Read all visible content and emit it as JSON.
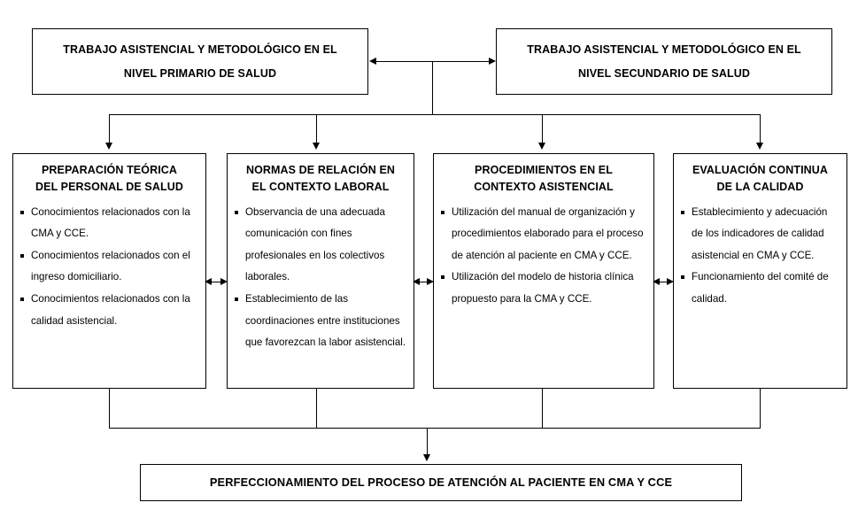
{
  "diagram": {
    "top_row": [
      {
        "id": "primary-level",
        "line1": "TRABAJO ASISTENCIAL Y METODOLÓGICO EN EL",
        "line2": "NIVEL PRIMARIO DE SALUD"
      },
      {
        "id": "secondary-level",
        "line1": "TRABAJO ASISTENCIAL Y METODOLÓGICO EN EL",
        "line2": "NIVEL SECUNDARIO DE SALUD"
      }
    ],
    "columns": [
      {
        "id": "preparacion-teorica",
        "title_line1": "PREPARACIÓN TEÓRICA",
        "title_line2": "DEL PERSONAL DE SALUD",
        "bullets": [
          "Conocimientos relacionados  con la CMA y CCE.",
          "Conocimientos relacionados  con el ingreso domiciliario.",
          "Conocimientos relacionados  con la calidad asistencial."
        ]
      },
      {
        "id": "normas-de-relacion",
        "title_line1": "NORMAS DE RELACIÓN EN",
        "title_line2": "EL CONTEXTO LABORAL",
        "bullets": [
          "Observancia   de una adecuada comunicación con fines profesionales  en los colectivos laborales.",
          "Establecimiento de las coordinaciones  entre instituciones que favorezcan la labor asistencial."
        ]
      },
      {
        "id": "procedimientos",
        "title_line1": "PROCEDIMIENTOS EN EL",
        "title_line2": "CONTEXTO ASISTENCIAL",
        "bullets": [
          "Utilización del manual de organización  y procedimientos elaborado  para el proceso de atención al paciente en CMA y CCE.",
          "Utilización del modelo de historia clínica propuesto para la CMA y CCE."
        ]
      },
      {
        "id": "evaluacion-continua",
        "title_line1": "EVALUACIÓN CONTINUA",
        "title_line2": "DE LA CALIDAD",
        "bullets": [
          "Establecimiento y adecuación de los indicadores de calidad asistencial en CMA y CCE.",
          "Funcionamiento del comité de calidad."
        ]
      }
    ],
    "bottom": {
      "id": "perfeccionamiento",
      "text": "PERFECCIONAMIENTO  DEL PROCESO DE ATENCIÓN AL PACIENTE EN CMA Y CCE"
    },
    "connectors": {
      "top_bidirectional_label": "",
      "column_bidirectional_label": ""
    },
    "colors": {
      "stroke": "#000000",
      "background": "#ffffff",
      "text": "#000000"
    }
  }
}
